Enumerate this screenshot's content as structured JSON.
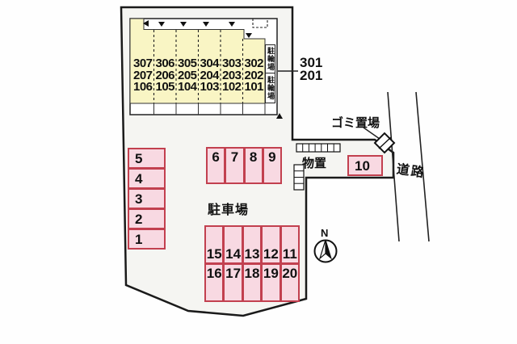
{
  "building": {
    "room_rows": [
      [
        "307",
        "306",
        "305",
        "304",
        "303",
        "302"
      ],
      [
        "207",
        "206",
        "205",
        "204",
        "203",
        "202"
      ],
      [
        "106",
        "105",
        "104",
        "103",
        "102",
        "101"
      ]
    ],
    "bicycle_label_top": "駐輪場",
    "bicycle_label_bottom": "駐輪場",
    "side_note_line1": "301",
    "side_note_line2": "201"
  },
  "labels": {
    "garbage": "ゴミ置場",
    "storage": "物置",
    "road": "道路",
    "parking_lot": "駐車場",
    "north": "N"
  },
  "parking": {
    "left_column": [
      "5",
      "4",
      "3",
      "2",
      "1"
    ],
    "top_row": [
      "6",
      "7",
      "8",
      "9"
    ],
    "single_space": "10",
    "bottom_upper_row": [
      "15",
      "14",
      "13",
      "12",
      "11"
    ],
    "bottom_lower_row": [
      "16",
      "17",
      "18",
      "19",
      "20"
    ]
  },
  "colors": {
    "space_fill": "#f8d9e2",
    "space_border": "#c2404f",
    "building_fill": "#f9f5c4",
    "boundary": "#1a1a1a"
  }
}
